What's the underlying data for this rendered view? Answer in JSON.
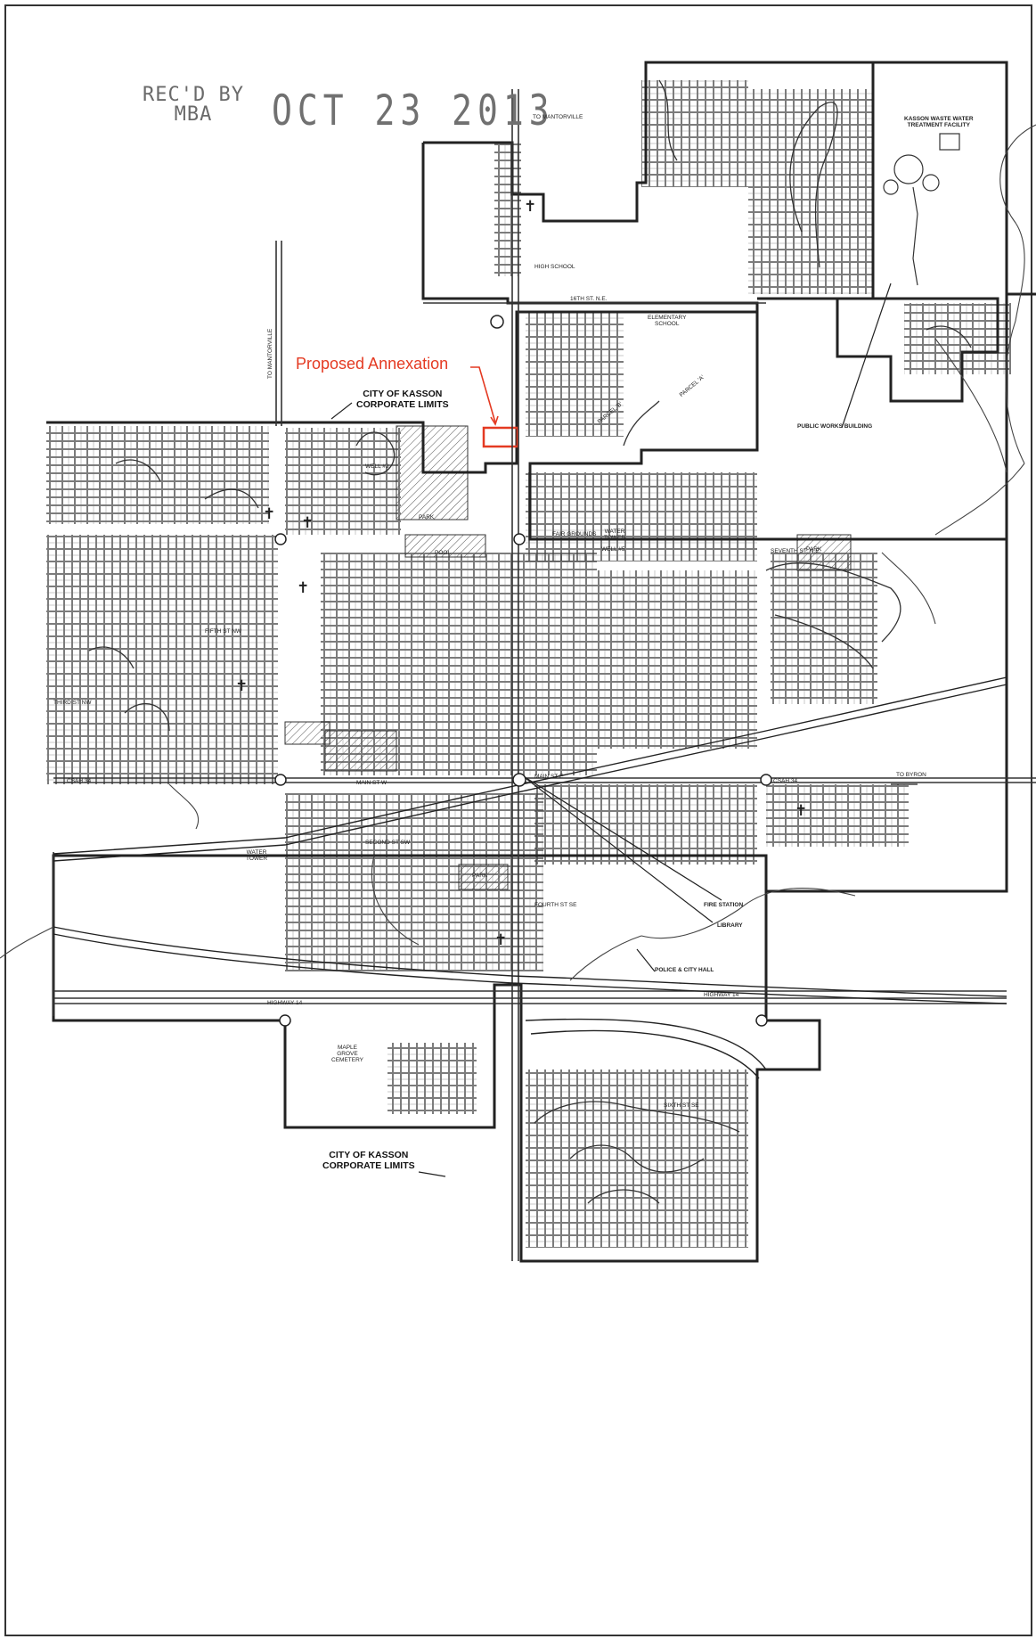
{
  "stamp": {
    "received_line1": "REC'D BY",
    "received_line2": "MBA",
    "date": "OCT 23 2013"
  },
  "annotation": {
    "proposed": "Proposed Annexation",
    "color": "#e43a22"
  },
  "boundary_labels": {
    "north_line1": "CITY OF KASSON",
    "north_line2": "CORPORATE LIMITS",
    "south_line1": "CITY OF KASSON",
    "south_line2": "CORPORATE LIMITS"
  },
  "facilities": {
    "wastewater_line1": "KASSON WASTE WATER",
    "wastewater_line2": "TREATMENT FACILITY",
    "public_works": "PUBLIC WORKS BUILDING",
    "fire_station": "FIRE STATION",
    "library": "LIBRARY",
    "police_city_hall": "POLICE & CITY HALL",
    "high_school": "HIGH SCHOOL",
    "elementary_line1": "ELEMENTARY",
    "elementary_line2": "SCHOOL",
    "fairgrounds": "FAIR GROUNDS",
    "water_tower_line1": "WATER",
    "water_tower_line2": "TOWER",
    "cemetery_line1": "MAPLE",
    "cemetery_line2": "GROVE",
    "cemetery_line3": "CEMETERY",
    "pool": "POOL",
    "park": "PARK",
    "parcel_a": "PARCEL 'A'",
    "parcel_b": "PARCEL 'B'",
    "well_3": "WELL #3",
    "well_5": "WELL #5"
  },
  "roads": {
    "to_mantorville_north": "TO MANTORVILLE",
    "to_mantorville_west": "TO MANTORVILLE",
    "to_byron": "TO BYRON",
    "highway_14": "HIGHWAY 14",
    "main_st_w": "MAIN ST W",
    "main_st_e": "MAIN ST E",
    "sixteenth_st_ne": "16TH ST. N.E.",
    "seventh_st_ne": "SEVENTH ST. N.E.",
    "fifth_st_nw": "FIFTH ST NW",
    "third_st_nw": "THIRD ST NW",
    "second_st_sw": "SECOND ST SW",
    "fourth_st_se": "FOURTH ST SE",
    "sixth_st_se": "SIXTH ST SE",
    "csah_34": "CSAH 34"
  },
  "colors": {
    "line": "#2b2b2b",
    "stamp": "#6a6a6a",
    "annex": "#e43a22"
  }
}
